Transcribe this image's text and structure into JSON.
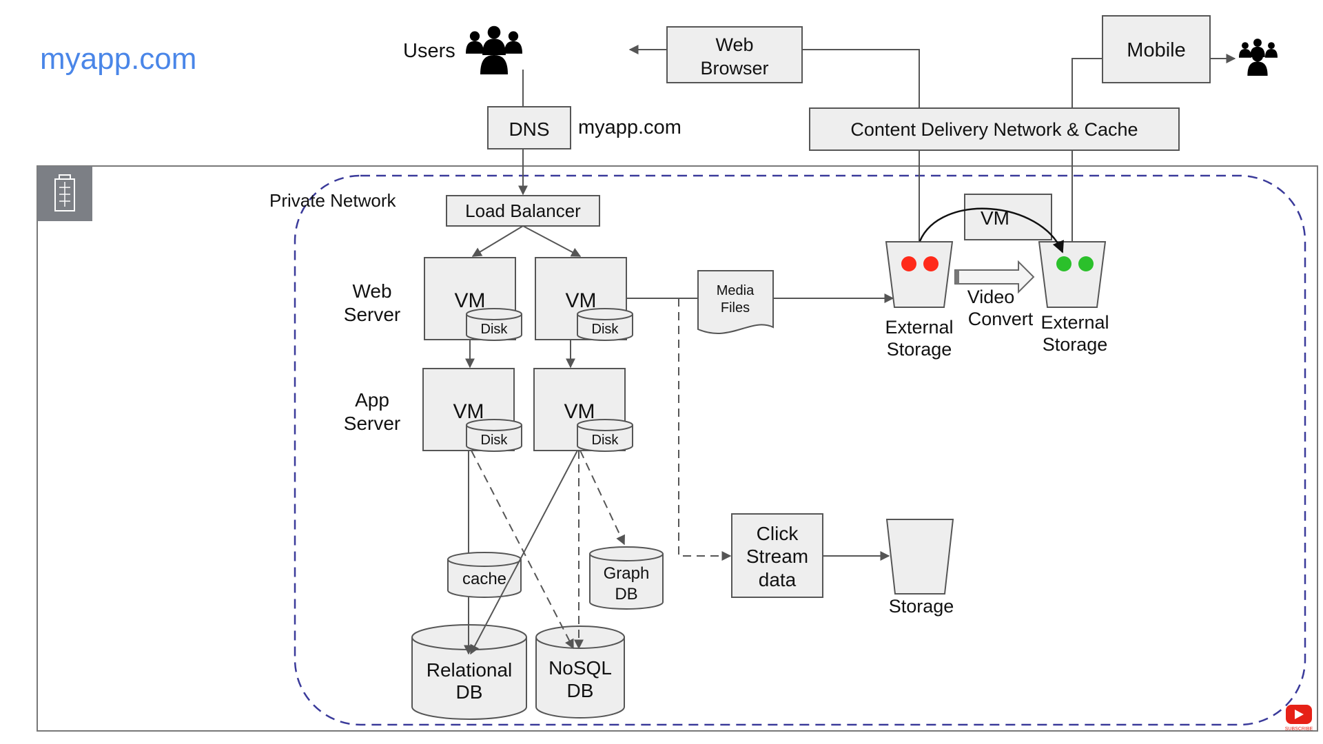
{
  "title": "myapp.com",
  "colors": {
    "title": "#4a86e8",
    "network_border": "#3a3a9a",
    "box_fill": "#eeeeee",
    "line": "#555555",
    "red_dot": "#ff2a1a",
    "green_dot": "#2bc02b",
    "youtube_red": "#e62117",
    "building_tile": "#7c7f85"
  },
  "top": {
    "users_label": "Users",
    "dns_label": "DNS",
    "dns_domain": "myapp.com",
    "browser_line1": "Web",
    "browser_line2": "Browser",
    "mobile_label": "Mobile",
    "cdn_label": "Content Delivery Network  & Cache"
  },
  "network": {
    "label": "Private Network",
    "building_icon": "building-icon",
    "load_balancer": "Load Balancer",
    "web_tier": [
      "Web",
      "Server"
    ],
    "app_tier": [
      "App",
      "Server"
    ],
    "vm_label": "VM",
    "disk_label": "Disk"
  },
  "data_stores": {
    "cache": "cache",
    "graph_db": [
      "Graph",
      "DB"
    ],
    "relational_db": [
      "Relational",
      "DB"
    ],
    "nosql_db": [
      "NoSQL",
      "DB"
    ]
  },
  "media": {
    "media_files": [
      "Media",
      "Files"
    ],
    "ext_storage_a": [
      "External",
      "Storage"
    ],
    "ext_storage_b": [
      "External",
      "Storage"
    ],
    "vm_label": "VM",
    "convert": [
      "Video",
      "Convert"
    ]
  },
  "click": {
    "stream": [
      "Click",
      "Stream",
      "data"
    ],
    "storage": "Storage"
  },
  "youtube": {
    "subscribe": "SUBSCRIBE",
    "icon": "youtube-play-icon"
  }
}
